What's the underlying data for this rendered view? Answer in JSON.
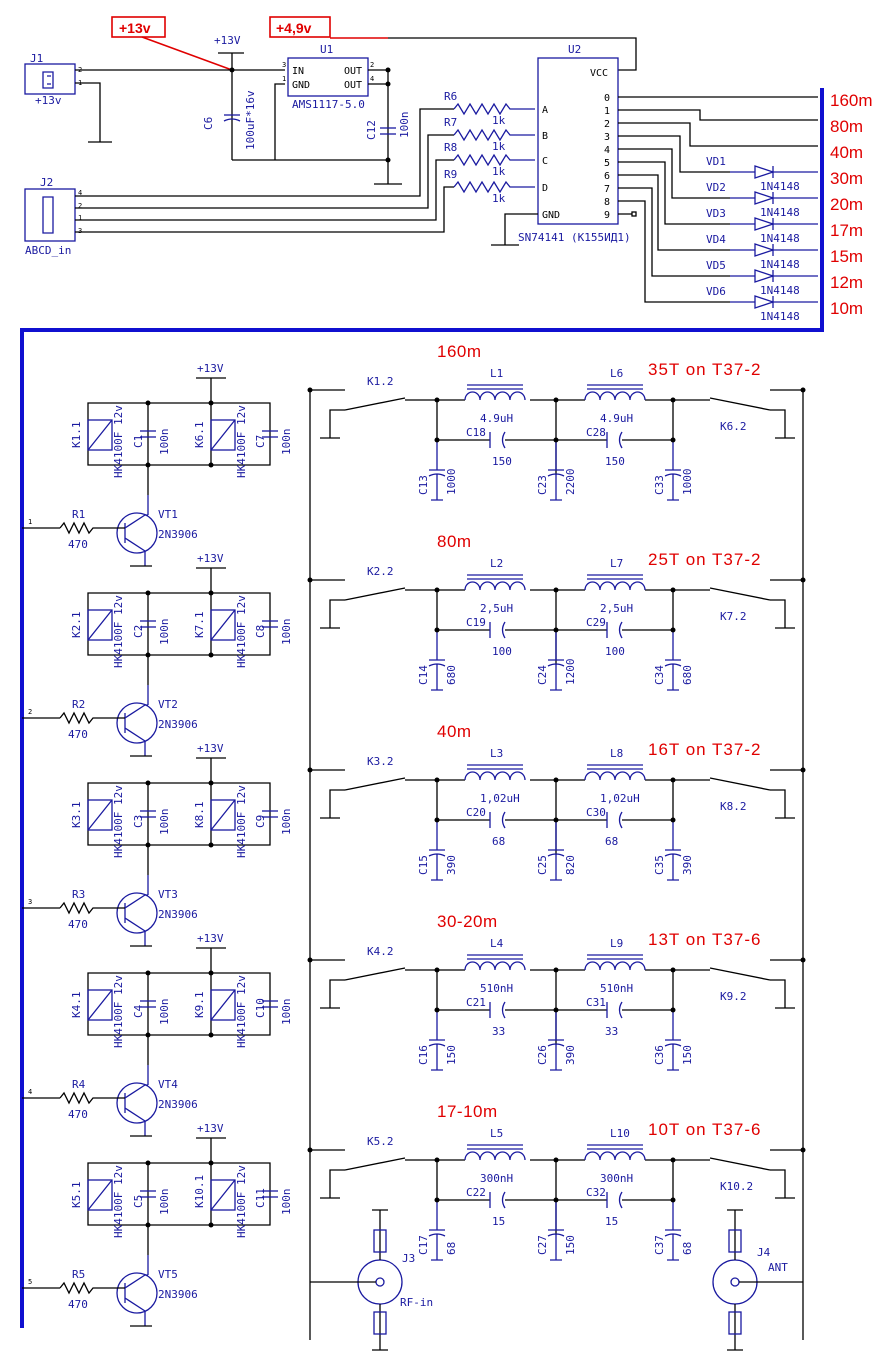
{
  "power": {
    "in_label": "+13v",
    "reg_label": "+4,9v",
    "vcc_label": "+13V"
  },
  "connectors": {
    "j1": {
      "ref": "J1",
      "label": "+13v"
    },
    "j2": {
      "ref": "J2",
      "label": "ABCD_in"
    },
    "j3": {
      "ref": "J3",
      "label": "RF-in"
    },
    "j4": {
      "ref": "J4",
      "label": "ANT"
    }
  },
  "u1": {
    "ref": "U1",
    "part": "AMS1117-5.0",
    "in": "IN",
    "gnd": "GND",
    "out": "OUT"
  },
  "c6": {
    "ref": "C6",
    "value": "100uF*16v"
  },
  "c12": {
    "ref": "C12",
    "value": "100n"
  },
  "u2": {
    "ref": "U2",
    "part": "SN74141 (К155ИД1)",
    "vcc": "VCC",
    "gnd": "GND",
    "inputs": [
      "A",
      "B",
      "C",
      "D"
    ],
    "outputs": [
      "0",
      "1",
      "2",
      "3",
      "4",
      "5",
      "6",
      "7",
      "8",
      "9"
    ]
  },
  "input_resistors": [
    {
      "ref": "R6",
      "value": "1k"
    },
    {
      "ref": "R7",
      "value": "1k"
    },
    {
      "ref": "R8",
      "value": "1k"
    },
    {
      "ref": "R9",
      "value": "1k"
    }
  ],
  "diodes": [
    {
      "ref": "VD1",
      "part": "1N4148"
    },
    {
      "ref": "VD2",
      "part": "1N4148"
    },
    {
      "ref": "VD3",
      "part": "1N4148"
    },
    {
      "ref": "VD4",
      "part": "1N4148"
    },
    {
      "ref": "VD5",
      "part": "1N4148"
    },
    {
      "ref": "VD6",
      "part": "1N4148"
    }
  ],
  "bands": [
    "160m",
    "80m",
    "40m",
    "30m",
    "20m",
    "17m",
    "15m",
    "12m",
    "10m"
  ],
  "drivers": [
    {
      "relay_a": "K1.1",
      "relay_b": "K6.1",
      "cap_a": "C1",
      "cap_b": "C7",
      "res": "R1",
      "res_val": "470",
      "tr": "VT1",
      "net": "1"
    },
    {
      "relay_a": "K2.1",
      "relay_b": "K7.1",
      "cap_a": "C2",
      "cap_b": "C8",
      "res": "R2",
      "res_val": "470",
      "tr": "VT2",
      "net": "2"
    },
    {
      "relay_a": "K3.1",
      "relay_b": "K8.1",
      "cap_a": "C3",
      "cap_b": "C9",
      "res": "R3",
      "res_val": "470",
      "tr": "VT3",
      "net": "3"
    },
    {
      "relay_a": "K4.1",
      "relay_b": "K9.1",
      "cap_a": "C4",
      "cap_b": "C10",
      "res": "R4",
      "res_val": "470",
      "tr": "VT4",
      "net": "4"
    },
    {
      "relay_a": "K5.1",
      "relay_b": "K10.1",
      "cap_a": "C5",
      "cap_b": "C11",
      "res": "R5",
      "res_val": "470",
      "tr": "VT5",
      "net": "5"
    }
  ],
  "driver_common": {
    "relay_part": "HK4100F",
    "coil": "12v",
    "cap_val": "100n",
    "transistor": "2N3906"
  },
  "filters": [
    {
      "band": "160m",
      "winding": "35T  on  T37-2",
      "k_in": "K1.2",
      "k_out": "K6.2",
      "l_a": "L1",
      "l_b": "L6",
      "l_val": "4.9uH",
      "cs_a": "C18",
      "cs_b": "C28",
      "cs_val": "150",
      "c_in": "C13",
      "c_in_val": "1000",
      "c_mid": "C23",
      "c_mid_val": "2200",
      "c_out": "C33",
      "c_out_val": "1000"
    },
    {
      "band": "80m",
      "winding": "25T  on  T37-2",
      "k_in": "K2.2",
      "k_out": "K7.2",
      "l_a": "L2",
      "l_b": "L7",
      "l_val": "2,5uH",
      "cs_a": "C19",
      "cs_b": "C29",
      "cs_val": "100",
      "c_in": "C14",
      "c_in_val": "680",
      "c_mid": "C24",
      "c_mid_val": "1200",
      "c_out": "C34",
      "c_out_val": "680"
    },
    {
      "band": "40m",
      "winding": "16T  on  T37-2",
      "k_in": "K3.2",
      "k_out": "K8.2",
      "l_a": "L3",
      "l_b": "L8",
      "l_val": "1,02uH",
      "cs_a": "C20",
      "cs_b": "C30",
      "cs_val": "68",
      "c_in": "C15",
      "c_in_val": "390",
      "c_mid": "C25",
      "c_mid_val": "820",
      "c_out": "C35",
      "c_out_val": "390"
    },
    {
      "band": "30-20m",
      "winding": "13T  on  T37-6",
      "k_in": "K4.2",
      "k_out": "K9.2",
      "l_a": "L4",
      "l_b": "L9",
      "l_val": "510nH",
      "cs_a": "C21",
      "cs_b": "C31",
      "cs_val": "33",
      "c_in": "C16",
      "c_in_val": "150",
      "c_mid": "C26",
      "c_mid_val": "390",
      "c_out": "C36",
      "c_out_val": "150"
    },
    {
      "band": "17-10m",
      "winding": "10T  on  T37-6",
      "k_in": "K5.2",
      "k_out": "K10.2",
      "l_a": "L5",
      "l_b": "L10",
      "l_val": "300nH",
      "cs_a": "C22",
      "cs_b": "C32",
      "cs_val": "15",
      "c_in": "C17",
      "c_in_val": "68",
      "c_mid": "C27",
      "c_mid_val": "150",
      "c_out": "C37",
      "c_out_val": "68"
    }
  ]
}
